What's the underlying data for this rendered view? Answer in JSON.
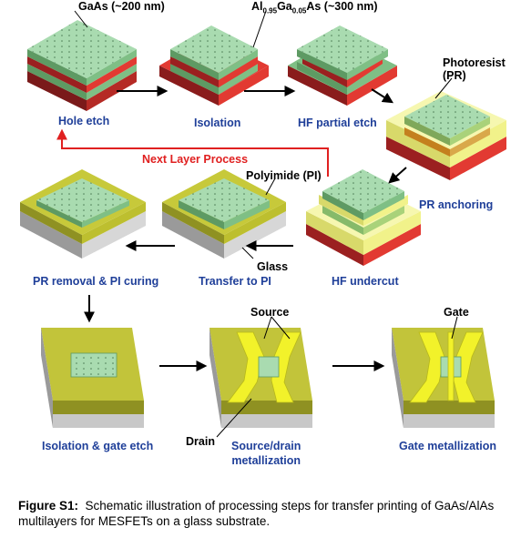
{
  "labels": {
    "hole_etch": "Hole etch",
    "isolation": "Isolation",
    "hf_partial_etch": "HF partial etch",
    "pr_anchoring": "PR anchoring",
    "hf_undercut": "HF undercut",
    "transfer_to_pi": "Transfer to PI",
    "pr_removal": "PR removal & PI curing",
    "isolation_gate_etch": "Isolation & gate etch",
    "source_drain_1": "Source/drain",
    "source_drain_2": "metallization",
    "gate_metallization": "Gate metallization",
    "next_layer": "Next Layer Process"
  },
  "annotations": {
    "gaas": "GaAs (~200 nm)",
    "algaas_pre": "Al",
    "algaas_sub1": "0.95",
    "algaas_mid": "Ga",
    "algaas_sub2": "0.05",
    "algaas_post": "As (~300 nm)",
    "photoresist_1": "Photoresist",
    "photoresist_2": "(PR)",
    "polyimide": "Polyimide (PI)",
    "glass": "Glass",
    "source": "Source",
    "gate": "Gate",
    "drain": "Drain"
  },
  "caption": {
    "title": "Figure S1:",
    "text": "Schematic illustration of processing steps for transfer printing of GaAs/AlAs multilayers for MESFETs on a glass substrate."
  },
  "colors": {
    "gaas_green": "#a9dbb0",
    "algaas_red": "#e23a32",
    "pr_yellow": "#f1f28a",
    "pi_olive": "#bdbf2f",
    "glass_gray": "#d7d7d7",
    "metal_yellow": "#f2f22a",
    "label_blue": "#1f3f99",
    "next_layer_red": "#e02020"
  }
}
